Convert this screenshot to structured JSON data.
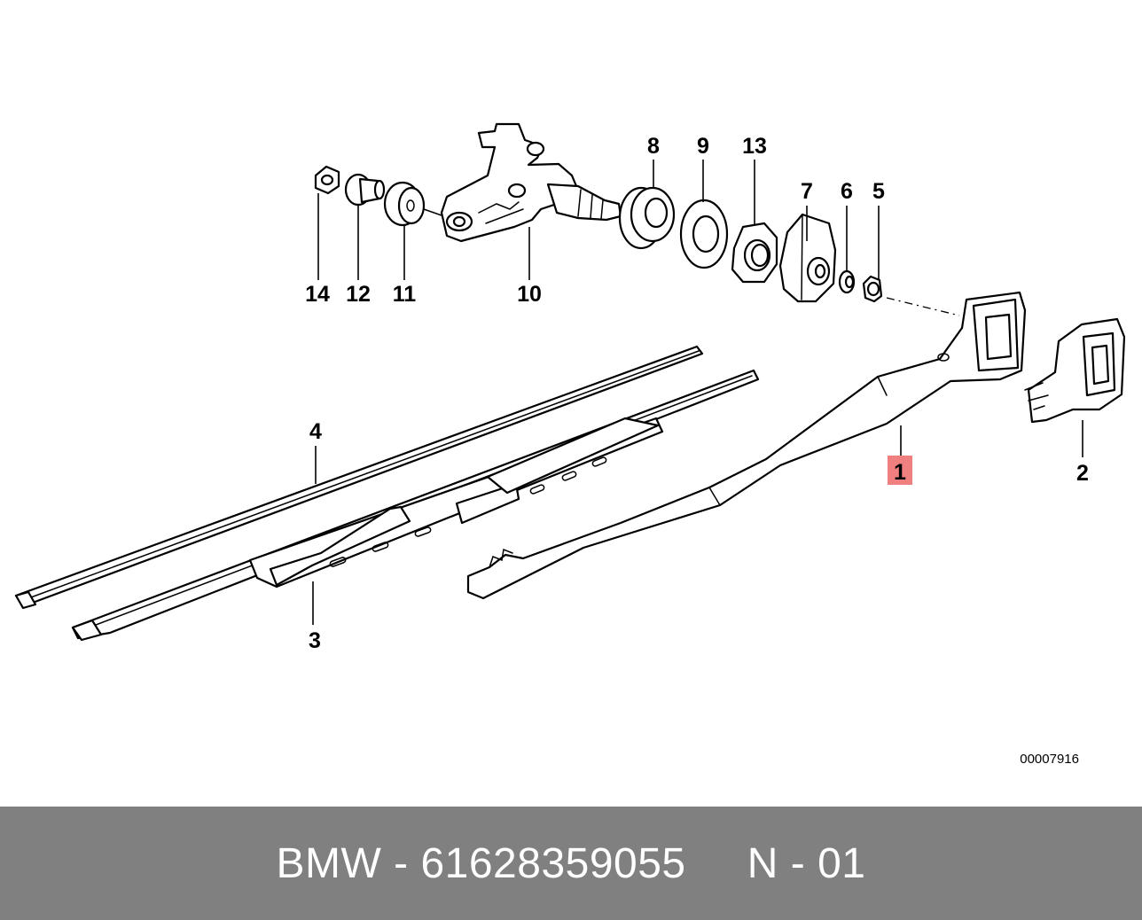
{
  "diagram": {
    "ref_number": "00007916",
    "highlight_color": "#f08080",
    "labels": {
      "p1": "1",
      "p2": "2",
      "p3": "3",
      "p4": "4",
      "p5": "5",
      "p6": "6",
      "p7": "7",
      "p8": "8",
      "p9": "9",
      "p10": "10",
      "p11": "11",
      "p12": "12",
      "p13": "13",
      "p14": "14"
    }
  },
  "footer": {
    "text": "BMW - 61628359055     N - 01",
    "background": "#808080"
  }
}
